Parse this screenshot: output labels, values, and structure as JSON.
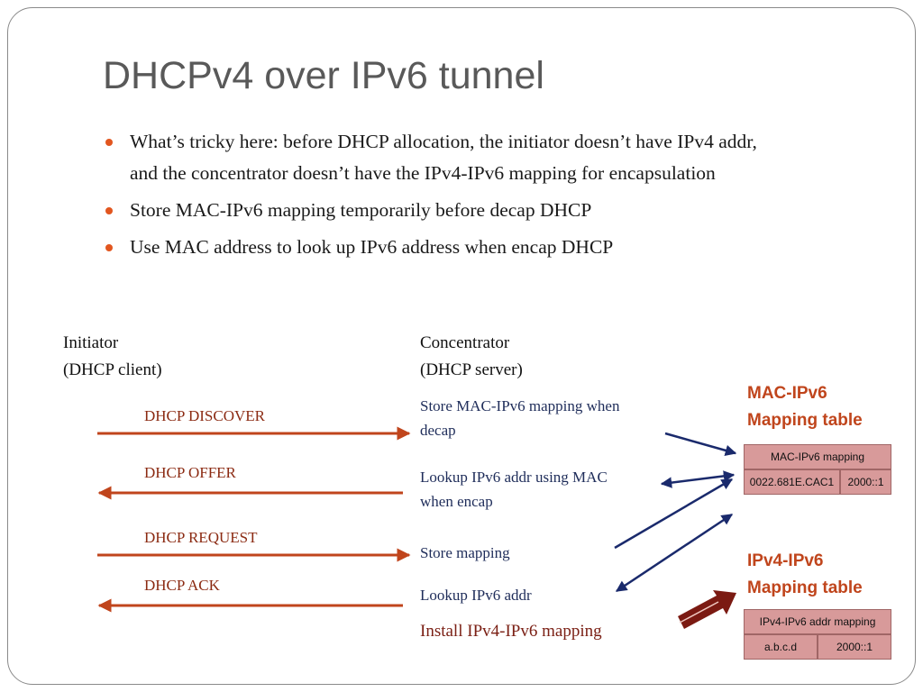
{
  "title": "DHCPv4 over IPv6 tunnel",
  "bullets": [
    {
      "line1": "What’s tricky here: before DHCP allocation, the initiator doesn’t have IPv4 addr,",
      "line2": "and the concentrator doesn’t have the IPv4-IPv6 mapping for encapsulation"
    },
    {
      "line1": "Store MAC-IPv6 mapping temporarily before decap DHCP"
    },
    {
      "line1": "Use MAC address to look up IPv6 address when encap DHCP"
    }
  ],
  "initiator": {
    "name": "Initiator",
    "role": "(DHCP client)"
  },
  "concentrator": {
    "name": "Concentrator",
    "role": "(DHCP server)"
  },
  "messages": [
    {
      "label": "DHCP DISCOVER",
      "direction": "right"
    },
    {
      "label": "DHCP OFFER",
      "direction": "left"
    },
    {
      "label": "DHCP REQUEST",
      "direction": "right"
    },
    {
      "label": "DHCP ACK",
      "direction": "left"
    }
  ],
  "actions": {
    "discover_line1": "Store MAC-IPv6 mapping when",
    "discover_line2": "decap",
    "offer_line1": "Lookup IPv6 addr using MAC",
    "offer_line2": "when encap",
    "request": "Store mapping",
    "ack": "Lookup IPv6 addr",
    "install": "Install IPv4-IPv6 mapping"
  },
  "mac_table": {
    "title_line1": "MAC-IPv6",
    "title_line2": "Mapping  table",
    "header": "MAC-IPv6 mapping",
    "row": [
      "0022.681E.CAC1",
      "2000::1"
    ]
  },
  "ipv4_table": {
    "title_line1": "IPv4-IPv6",
    "title_line2": "Mapping  table",
    "header": "IPv4-IPv6 addr mapping",
    "row": [
      "a.b.c.d",
      "2000::1"
    ]
  },
  "colors": {
    "accent": "#e2561f",
    "message_arrow": "#c0451c",
    "message_text": "#8b2a12",
    "note_text": "#1f2d5a",
    "link_arrow": "#1a2a6c",
    "table_fill": "#d89a9a",
    "table_title": "#c0451c",
    "install_arrow": "#7b1a12"
  }
}
